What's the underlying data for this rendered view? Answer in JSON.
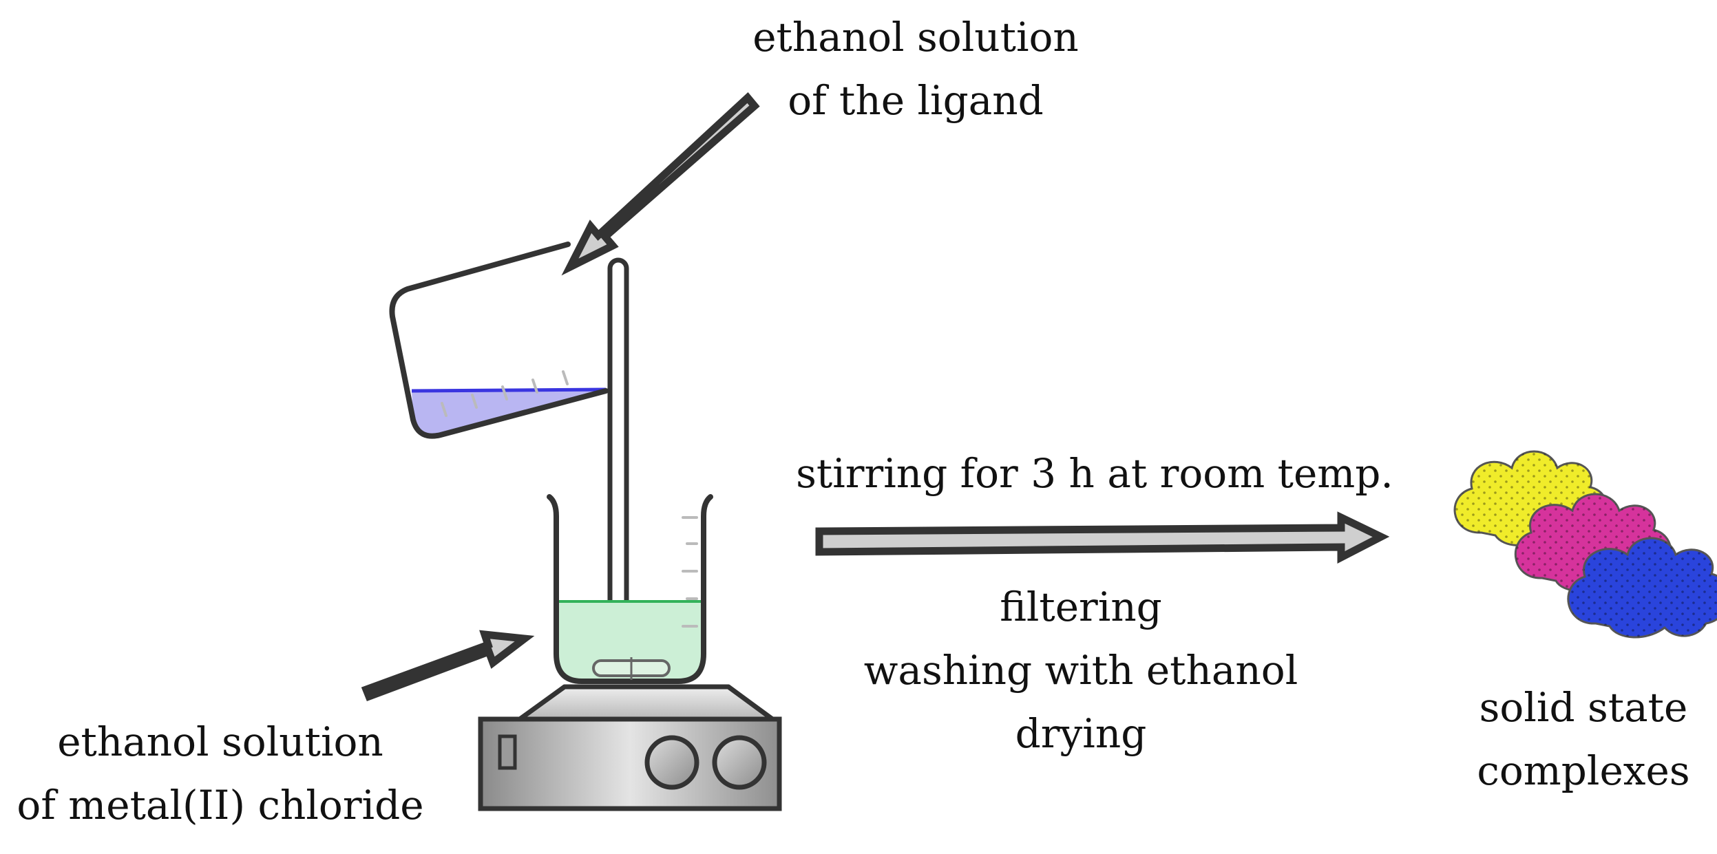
{
  "labels": {
    "ligand_line1": "ethanol solution",
    "ligand_line2": "of the ligand",
    "metal_line1": "ethanol solution",
    "metal_line2": "of metal(II) chloride",
    "stirring": "stirring for 3 h at room temp.",
    "step_filter": "filtering",
    "step_wash": "washing with ethanol",
    "step_dry": "drying",
    "product_line1": "solid state",
    "product_line2": "complexes"
  },
  "colors": {
    "ligand_solution": "#b9b6f2",
    "ligand_surface": "#3a35e0",
    "metal_solution": "#ccefd6",
    "metal_surface": "#33b25a",
    "arrow_fill": "#cfcfcf",
    "outline": "#333333",
    "complex_yellow": "#f0ec2a",
    "complex_magenta": "#d6339c",
    "complex_blue": "#2a44dc"
  }
}
